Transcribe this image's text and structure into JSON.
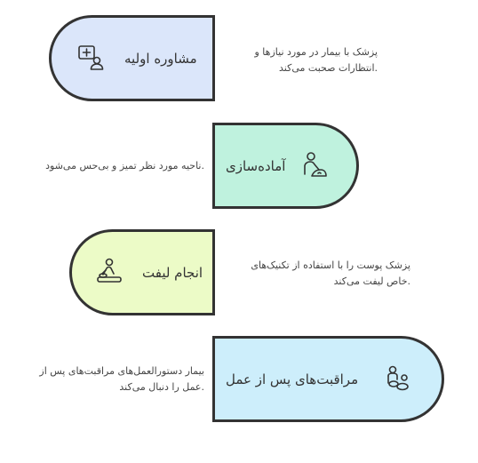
{
  "colors": {
    "outline": "#333333",
    "step1_fill": "#dbe6fa",
    "step2_fill": "#bff2de",
    "step3_fill": "#ecfbc7",
    "step4_fill": "#cdeefb"
  },
  "steps": [
    {
      "title": "مشاوره اولیه",
      "description_line1": "پزشک با بیمار در مورد نیازها و",
      "description_line2": ".انتظارات صحبت می‌کند",
      "icon": "medical-consultation-icon"
    },
    {
      "title": "آماده‌سازی",
      "description_line1": ".ناحیه مورد نظر تمیز و بی‌حس می‌شود",
      "description_line2": "",
      "icon": "patient-prep-icon"
    },
    {
      "title": "انجام لیفت",
      "description_line1": "پزشک پوست را با استفاده از تکنیک‌های",
      "description_line2": ".خاص لیفت می‌کند",
      "icon": "procedure-icon"
    },
    {
      "title": "مراقبت‌های پس از عمل",
      "description_line1": "بیمار دستورالعمل‌های مراقبت‌های پس از",
      "description_line2": ".عمل را دنبال می‌کند",
      "icon": "aftercare-icon"
    }
  ]
}
